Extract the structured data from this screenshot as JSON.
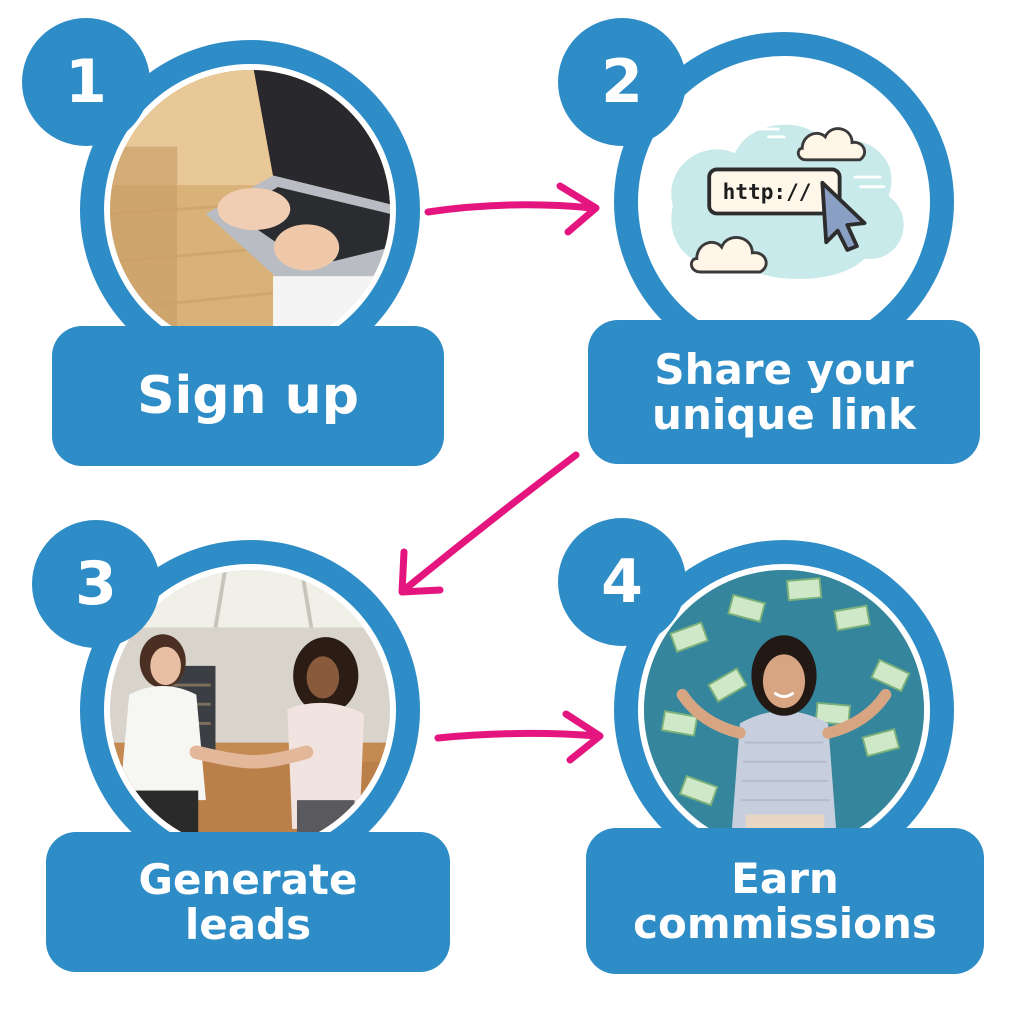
{
  "colors": {
    "brand_blue": "#2e8cc6",
    "arrow_pink": "#e5157f",
    "white": "#ffffff"
  },
  "steps": [
    {
      "number": "1",
      "label": [
        "Sign up"
      ],
      "image_icon": "laptop-typing-photo"
    },
    {
      "number": "2",
      "label": [
        "Share your",
        "unique link"
      ],
      "image_icon": "link-share-illustration",
      "url_text": "http://"
    },
    {
      "number": "3",
      "label": [
        "Generate",
        "leads"
      ],
      "image_icon": "handshake-photo"
    },
    {
      "number": "4",
      "label": [
        "Earn",
        "commissions"
      ],
      "image_icon": "money-rain-photo"
    }
  ]
}
